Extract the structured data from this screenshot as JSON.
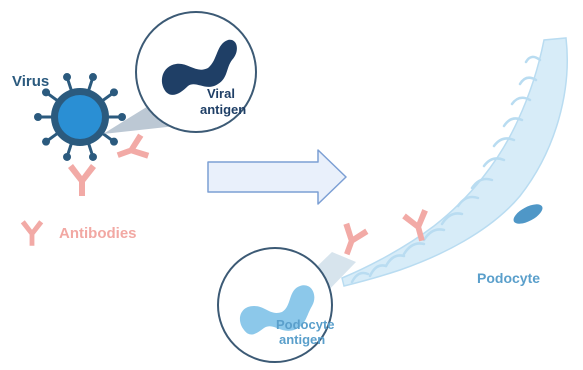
{
  "labels": {
    "virus": "Virus",
    "viral_antigen_line1": "Viral",
    "viral_antigen_line2": "antigen",
    "antibodies": "Antibodies",
    "podocyte": "Podocyte",
    "podocyte_antigen_line1": "Podocyte",
    "podocyte_antigen_line2": "antigen"
  },
  "colors": {
    "virus_dark": "#2b5a7e",
    "virus_core": "#2a8fd4",
    "viral_antigen": "#1f3f66",
    "antibody": "#f2aaa6",
    "antibody_text": "#f2a8a3",
    "podocyte_fill": "#d7ecf8",
    "podocyte_edge": "#b9dcf1",
    "podocyte_nucleus": "#4f97c7",
    "podocyte_text": "#5a9fcb",
    "podocyte_antigen": "#8cc8ea",
    "zoom_circle_border": "#3c5a75",
    "arrow_fill": "#e9f0fb",
    "arrow_stroke": "#7c9fd4"
  },
  "icons": {
    "arrow": "right-arrow-icon",
    "antibody": "antibody-icon",
    "virus": "virus-icon"
  }
}
